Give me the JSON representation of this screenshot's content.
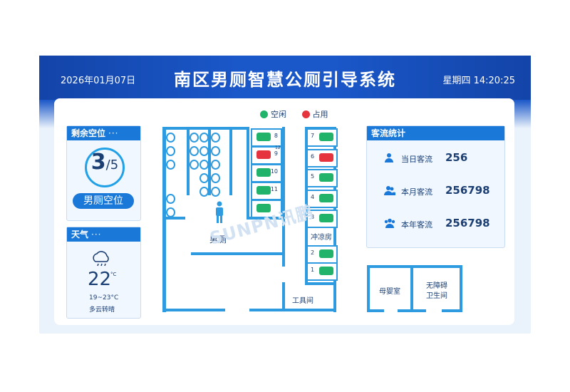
{
  "header": {
    "date": "2026年01月07日",
    "title": "南区男厕智慧公厕引导系统",
    "time": "星期四 14:20:25"
  },
  "legend": {
    "free": "空闲",
    "occupied": "占用"
  },
  "colors": {
    "free": "#22b36a",
    "occupied": "#e5343d",
    "accent": "#1a78d8"
  },
  "vacancy": {
    "title": "剩余空位",
    "dots": "···",
    "available": "3",
    "total": "/5",
    "label": "男厕空位"
  },
  "weather": {
    "title": "天气",
    "dots": "···",
    "icon": "cloud-rain-icon",
    "temp": "22",
    "unit": "°C",
    "range": "19~23°C",
    "desc": "多云转晴"
  },
  "traffic": {
    "title": "客流统计",
    "rows": [
      {
        "icon": "person-icon",
        "label": "当日客流",
        "value": "256"
      },
      {
        "icon": "persons-icon",
        "label": "本月客流",
        "value": "256798"
      },
      {
        "icon": "group-icon",
        "label": "本年客流",
        "value": "256798"
      }
    ]
  },
  "floorplan": {
    "mid_stalls": [
      {
        "num": "8",
        "status": "free"
      },
      {
        "num": "9",
        "status": "occupied"
      },
      {
        "num": "10",
        "status": "free"
      },
      {
        "num": "11",
        "status": "free"
      },
      {
        "num": "",
        "status": "free"
      }
    ],
    "right_stalls": [
      {
        "num": "7",
        "status": "free"
      },
      {
        "num": "6",
        "status": "occupied"
      },
      {
        "num": "5",
        "status": "free"
      },
      {
        "num": "4",
        "status": "free"
      },
      {
        "num": "3",
        "status": "free"
      }
    ],
    "right_stalls_bottom": [
      {
        "num": "2",
        "status": "free"
      },
      {
        "num": "1",
        "status": "free"
      }
    ],
    "room_mens": "男厕",
    "room_shower": "冲凉房",
    "room_tool": "工具间",
    "room_mother": "母婴室",
    "room_accessible_1": "无障碍",
    "room_accessible_2": "卫生间",
    "small_mark": "12"
  },
  "watermark": "SUNPN讯鹏"
}
